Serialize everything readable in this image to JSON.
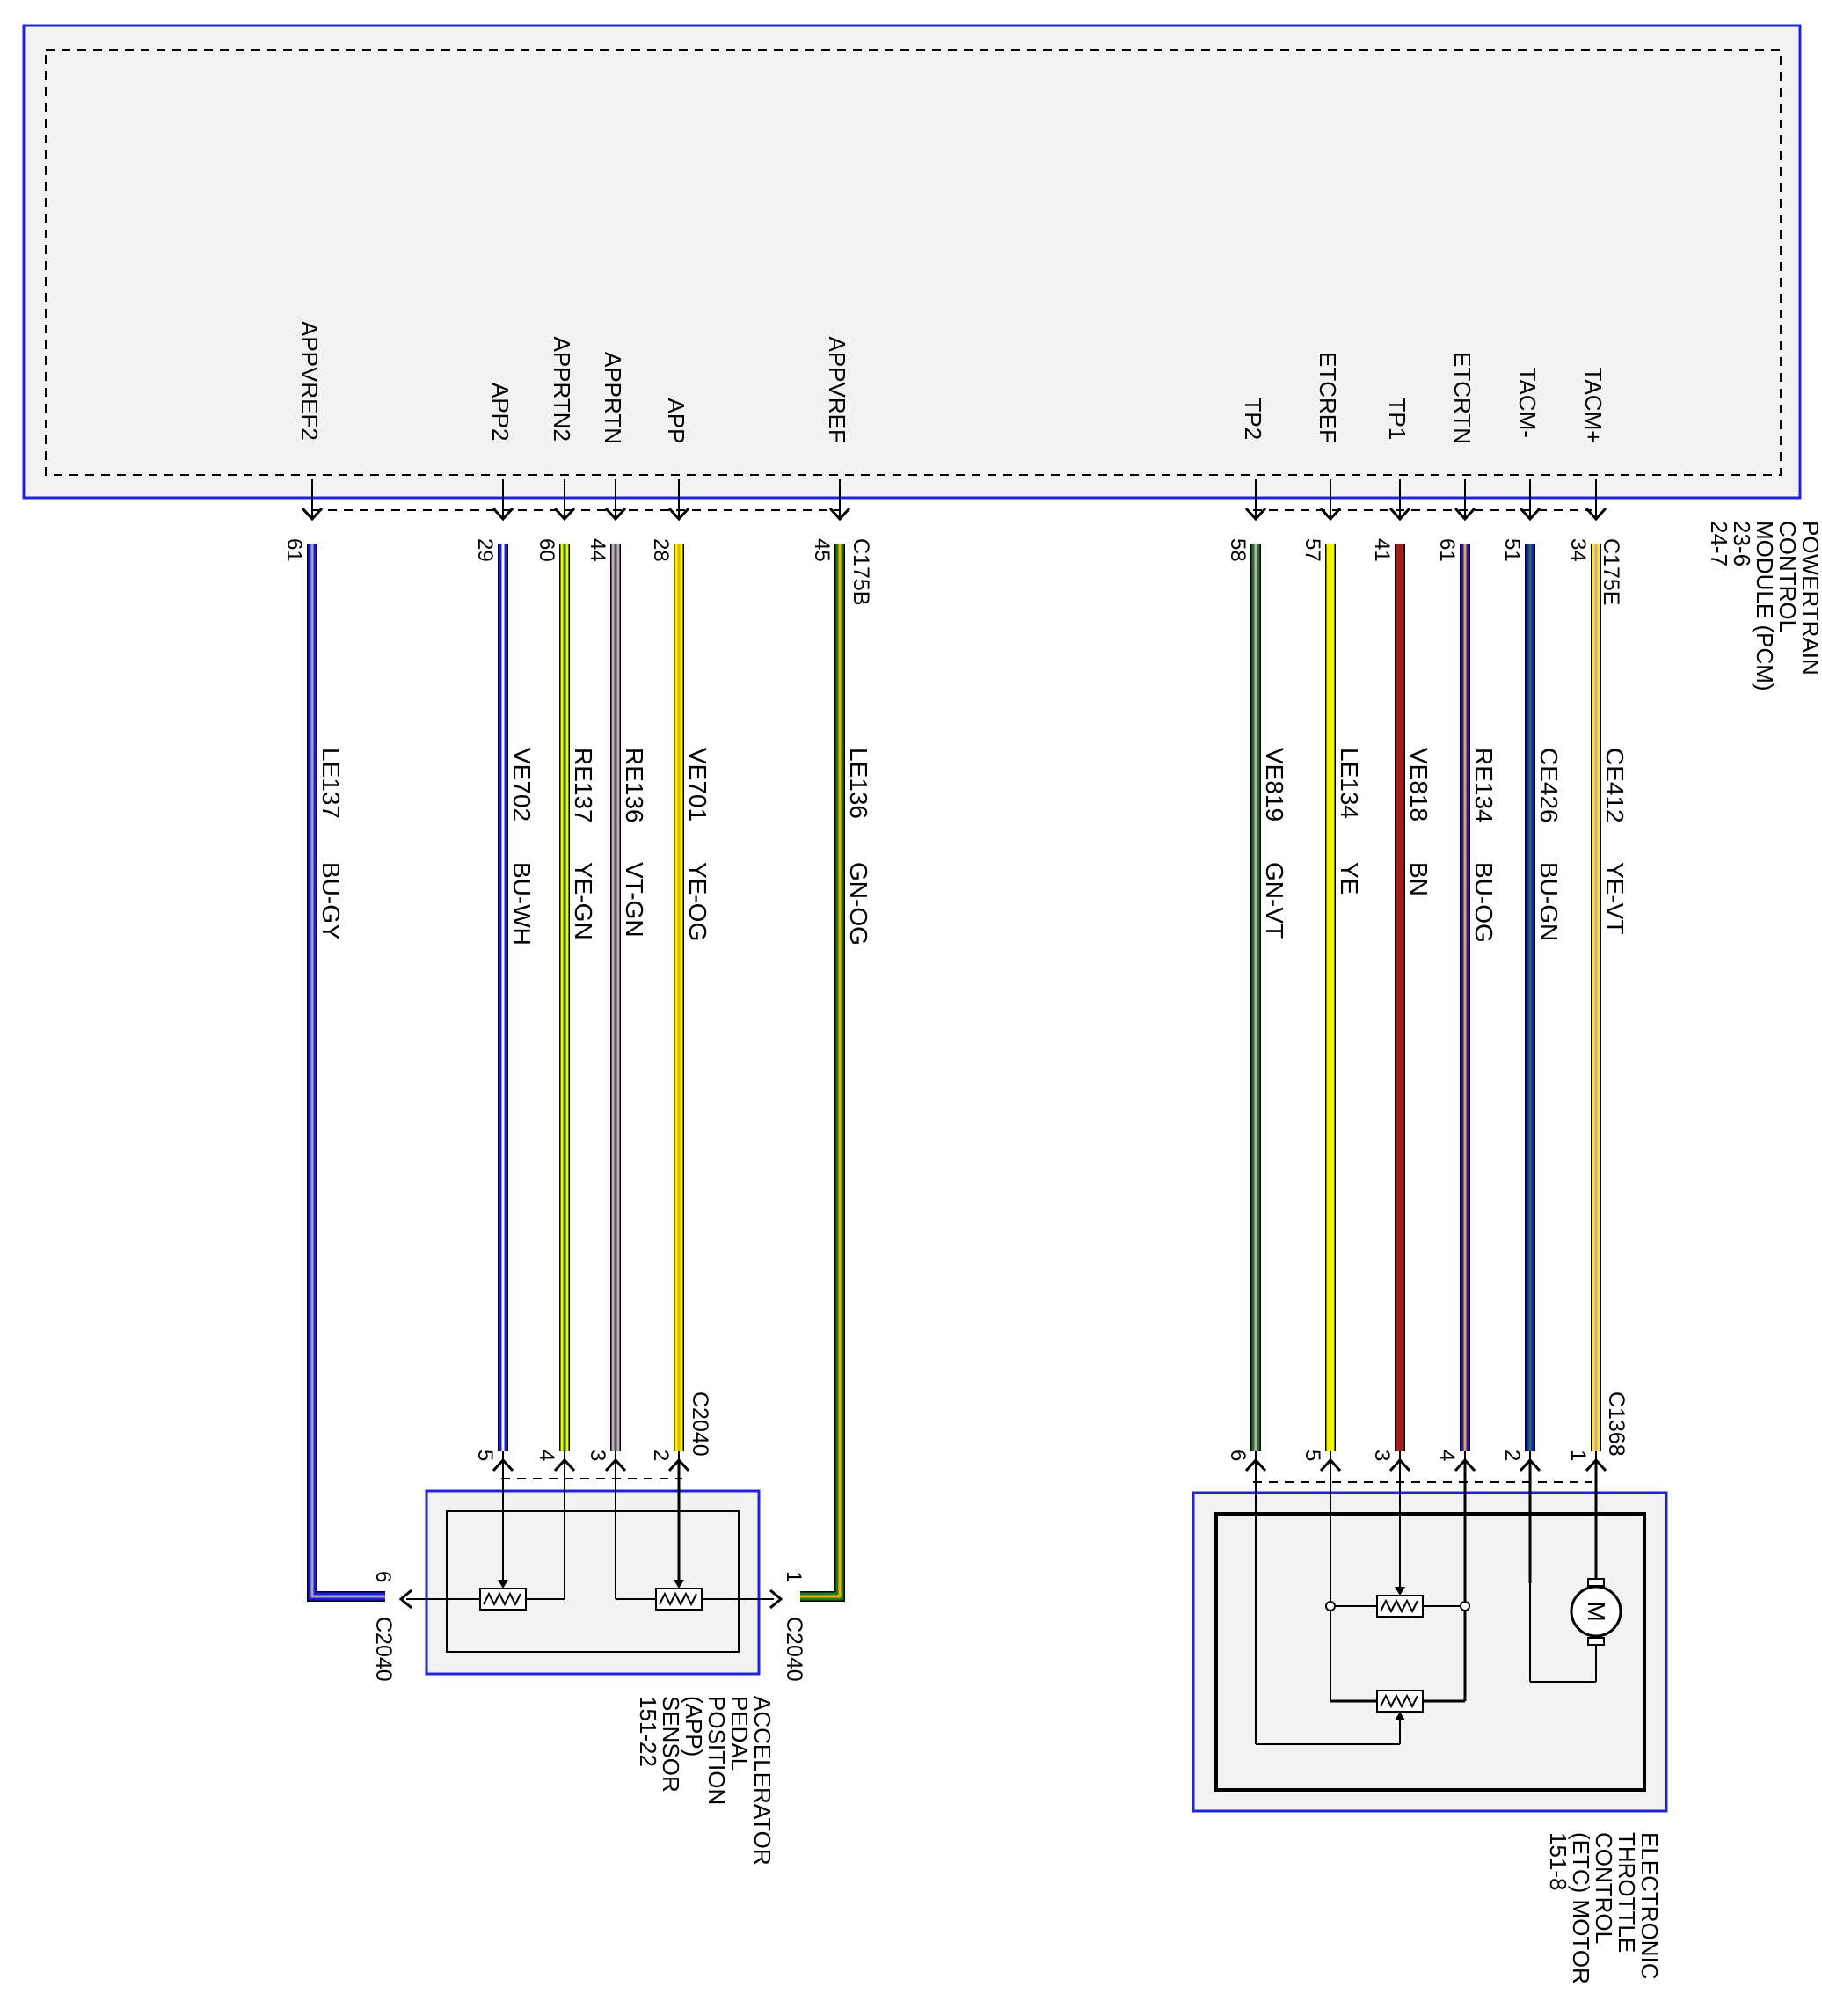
{
  "colors": {
    "BU": "#1a1ae6",
    "GY": "#a8a8a8",
    "WH": "#ffffff",
    "YE": "#f5f500",
    "GN": "#1f7a1f",
    "VT": "#d89ad8",
    "OG": "#f0b000",
    "BN": "#a02020",
    "module_fill": "#f2f2f2",
    "module_border": "#2222dd"
  },
  "pcm": {
    "name_lines": [
      "POWERTRAIN",
      "CONTROL",
      "MODULE (PCM)",
      "23-6",
      "24-7"
    ],
    "connector_left": "C175B",
    "connector_right": "C175E"
  },
  "app_sensor": {
    "name_lines": [
      "ACCELERATOR",
      "PEDAL",
      "POSITION",
      "(APP)",
      "SENSOR",
      "151-22"
    ],
    "connector_top": "C2040",
    "connector_left": "C2040",
    "connector_right": "C2040",
    "pin_left": "6",
    "pin_right": "1"
  },
  "etc_motor": {
    "name_lines": [
      "ELECTRONIC",
      "THROTTLE",
      "CONTROL",
      "(ETC) MOTOR",
      "151-8"
    ],
    "connector_top": "C1368",
    "motor_symbol": "M"
  },
  "wires": [
    {
      "signal": "APPVREF2",
      "pcm_pin": "61",
      "circuit": "LE137",
      "color": "BU-GY"
    },
    {
      "signal": "APP2",
      "pcm_pin": "29",
      "circuit": "VE702",
      "color": "BU-WH",
      "device_pin": "5"
    },
    {
      "signal": "APPRTN2",
      "pcm_pin": "60",
      "circuit": "RE137",
      "color": "YE-GN",
      "device_pin": "4"
    },
    {
      "signal": "APPRTN",
      "pcm_pin": "44",
      "circuit": "RE136",
      "color": "VT-GN",
      "device_pin": "3"
    },
    {
      "signal": "APP",
      "pcm_pin": "28",
      "circuit": "VE701",
      "color": "YE-OG",
      "device_pin": "2"
    },
    {
      "signal": "APPVREF",
      "pcm_pin": "45",
      "circuit": "LE136",
      "color": "GN-OG"
    },
    {
      "signal": "TP2",
      "pcm_pin": "58",
      "circuit": "VE819",
      "color": "GN-VT",
      "device_pin": "6"
    },
    {
      "signal": "ETCREF",
      "pcm_pin": "57",
      "circuit": "LE134",
      "color": "YE",
      "device_pin": "5"
    },
    {
      "signal": "TP1",
      "pcm_pin": "41",
      "circuit": "VE818",
      "color": "BN",
      "device_pin": "3"
    },
    {
      "signal": "ETCRTN",
      "pcm_pin": "61",
      "circuit": "RE134",
      "color": "BU-OG",
      "device_pin": "4"
    },
    {
      "signal": "TACM-",
      "pcm_pin": "51",
      "circuit": "CE426",
      "color": "BU-GN",
      "device_pin": "2"
    },
    {
      "signal": "TACM+",
      "pcm_pin": "34",
      "circuit": "CE412",
      "color": "YE-VT",
      "device_pin": "1"
    }
  ]
}
